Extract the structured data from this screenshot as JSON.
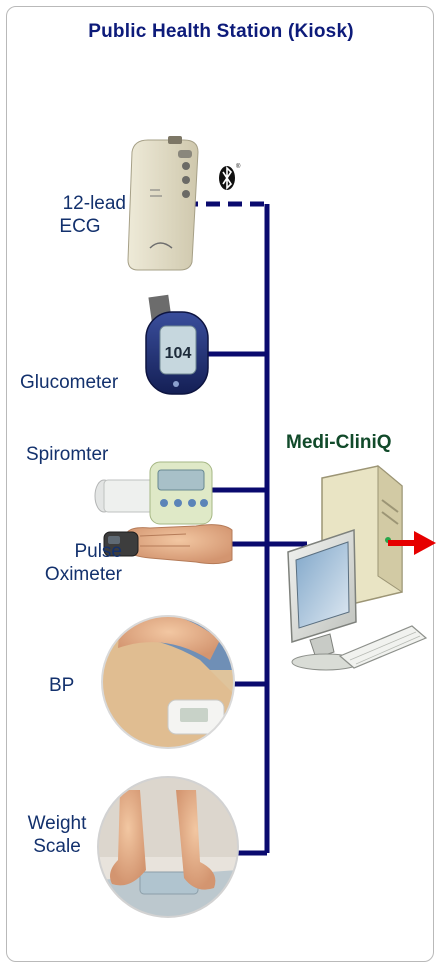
{
  "title": "Public Health Station (Kiosk)",
  "devices": [
    {
      "id": "ecg",
      "label_lines": [
        "12-lead",
        "ECG"
      ],
      "connection": "bluetooth"
    },
    {
      "id": "glucometer",
      "label_lines": [
        "Glucometer"
      ],
      "display_value": "104",
      "connection": "wired"
    },
    {
      "id": "spirometer",
      "label_lines": [
        "Spiromter"
      ],
      "connection": "wired"
    },
    {
      "id": "pulse-oximeter",
      "label_lines": [
        "Pulse",
        "Oximeter"
      ],
      "connection": "wired"
    },
    {
      "id": "bp",
      "label_lines": [
        "BP"
      ],
      "connection": "wired"
    },
    {
      "id": "weight-scale",
      "label_lines": [
        "Weight",
        "Scale"
      ],
      "connection": "wired"
    }
  ],
  "system": {
    "label": "Medi-CliniQ",
    "icon": "desktop-computer-icon"
  },
  "connectors": {
    "bluetooth_icon": "bluetooth-icon",
    "output_arrow": "red-arrow-icon"
  },
  "colors": {
    "title": "#0d1b7a",
    "bus_line": "#0a0a6e",
    "labels": "#13316d",
    "system_label": "#114a2a",
    "arrow": "#e60000"
  }
}
